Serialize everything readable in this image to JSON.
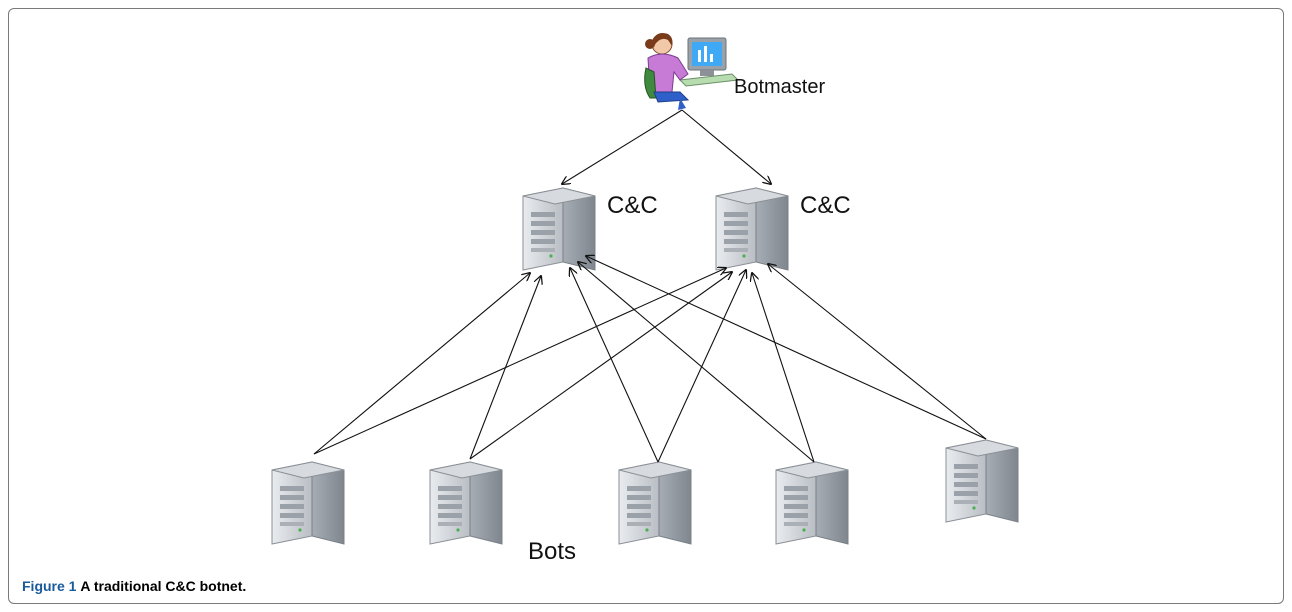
{
  "labels": {
    "botmaster": "Botmaster",
    "cc_left": "C&C",
    "cc_right": "C&C",
    "bots": "Bots"
  },
  "caption": {
    "figure_number": "Figure 1",
    "text": "A traditional C&C botnet."
  },
  "colors": {
    "arrow": "#111111",
    "server_body": "#c9cdd1",
    "caption_figure": "#1a5a9b",
    "frame_border": "#7a7a7a"
  },
  "icons": {
    "botmaster": "person-at-computer-icon",
    "server": "tower-server-icon"
  }
}
